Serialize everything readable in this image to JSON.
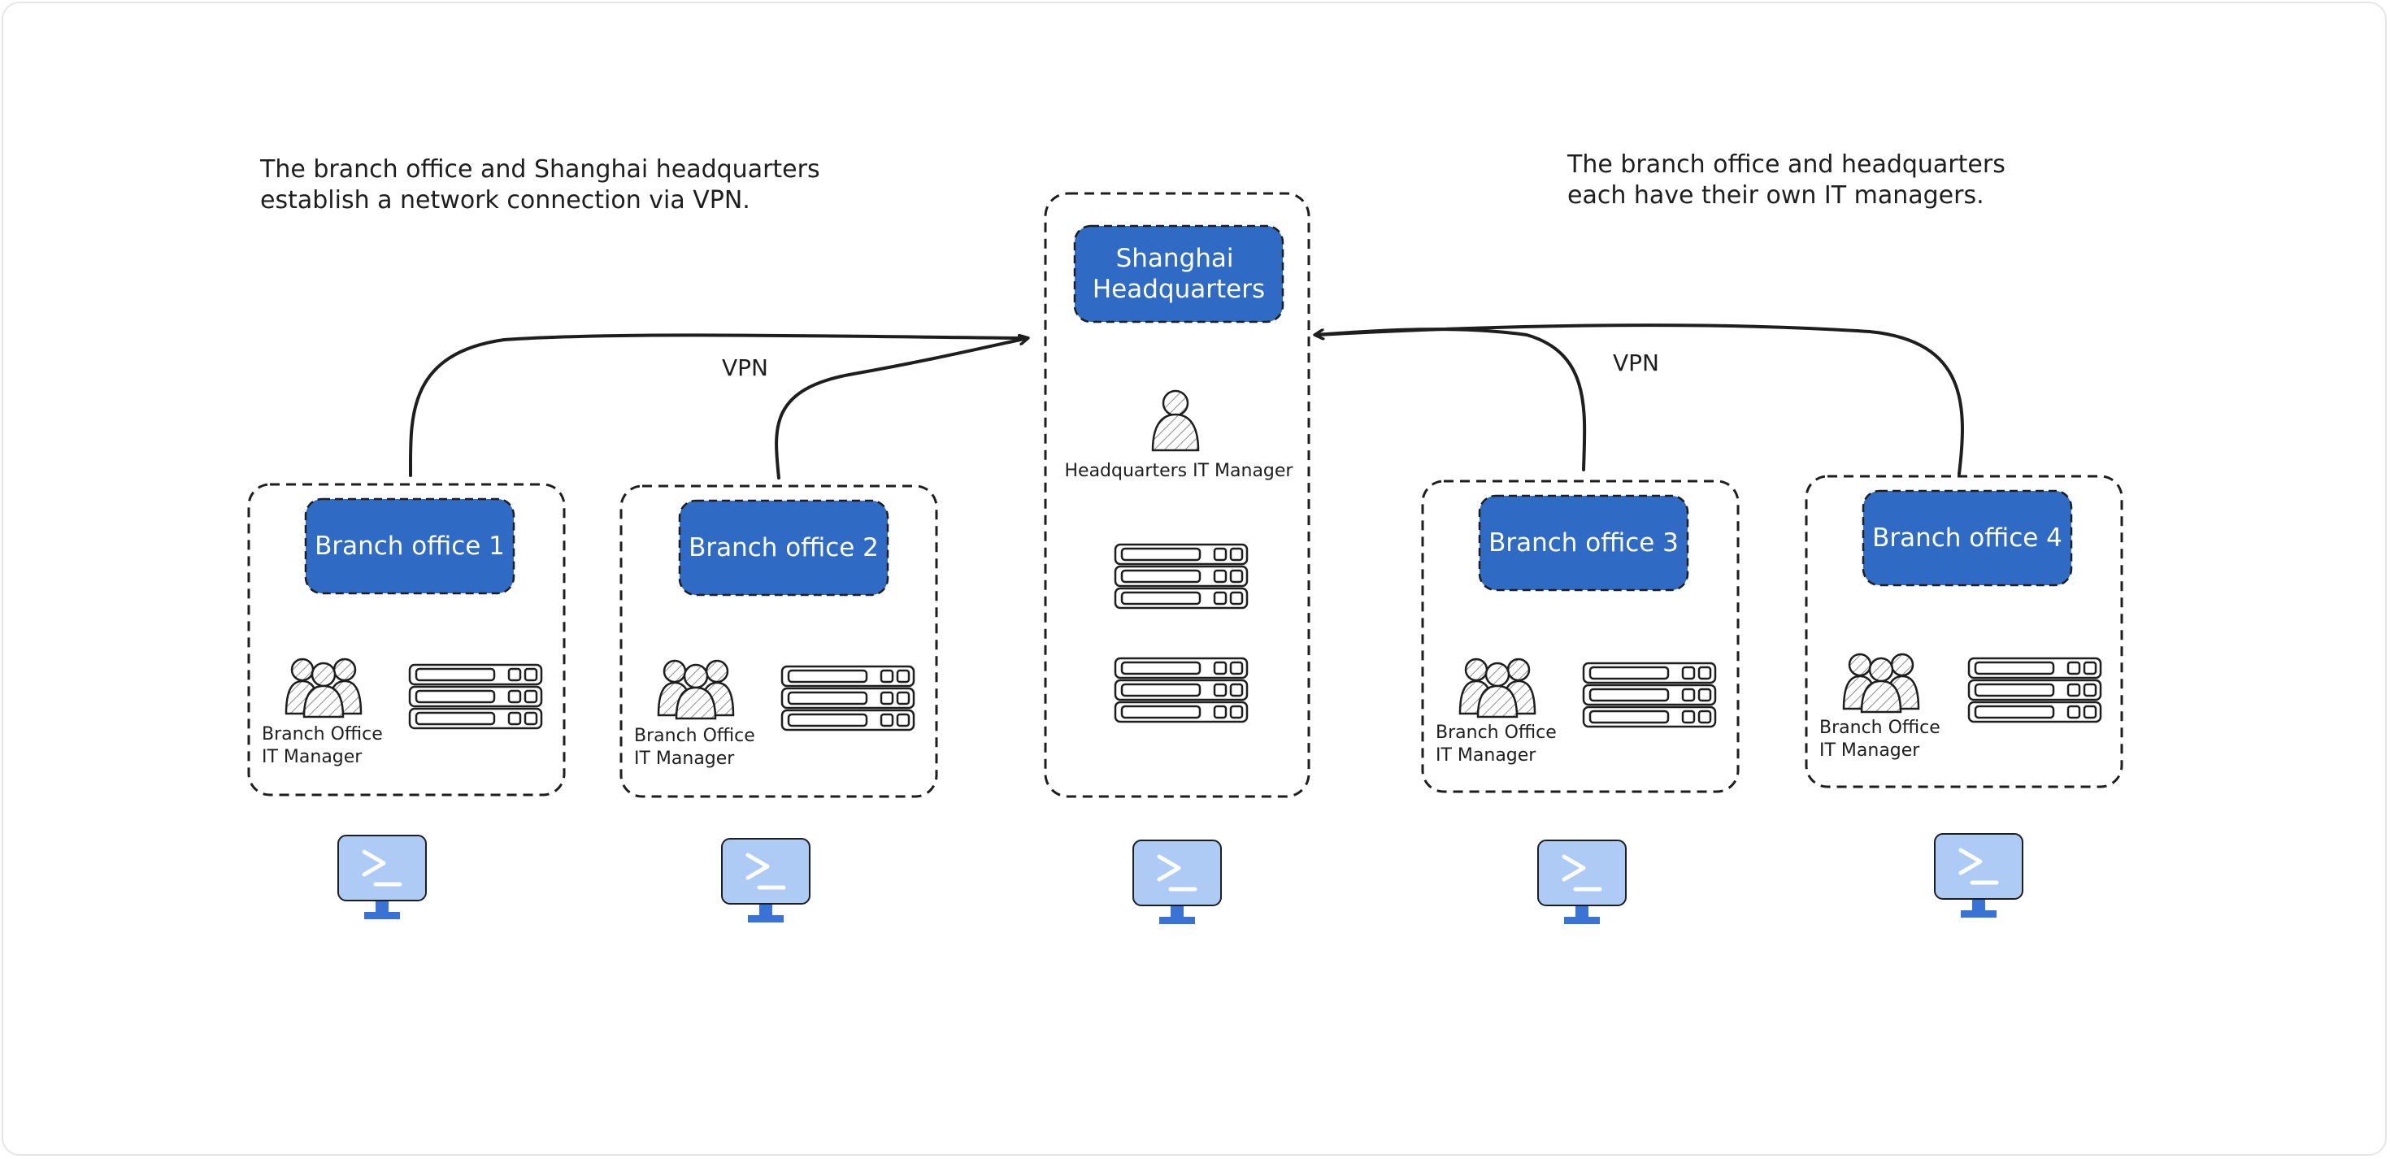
{
  "notes": {
    "left": [
      "The branch office and Shanghai headquarters",
      "establish a network connection via VPN."
    ],
    "right": [
      "The branch office and headquarters",
      "each have their own IT managers."
    ]
  },
  "vpn_labels": [
    "VPN",
    "VPN"
  ],
  "headquarters": {
    "title_lines": [
      "Shanghai",
      "Headquarters"
    ],
    "manager_label": "Headquarters IT Manager"
  },
  "branches": [
    {
      "title": "Branch office 1",
      "manager_lines": [
        "Branch Office",
        "IT Manager"
      ]
    },
    {
      "title": "Branch office 2",
      "manager_lines": [
        "Branch Office",
        "IT Manager"
      ]
    },
    {
      "title": "Branch office 3",
      "manager_lines": [
        "Branch Office",
        "IT Manager"
      ]
    },
    {
      "title": "Branch office 4",
      "manager_lines": [
        "Branch Office",
        "IT Manager"
      ]
    }
  ],
  "icons": {
    "manager_group": "users-group-icon",
    "manager_single": "user-icon",
    "server": "server-rack-icon",
    "terminal": "terminal-monitor-icon",
    "arrow": "arrow-right-icon"
  },
  "colors": {
    "node_fill": "#2f6bc4",
    "monitor_screen": "#aecbf5",
    "monitor_base": "#3a73d6",
    "stroke": "#1e1e1e"
  }
}
